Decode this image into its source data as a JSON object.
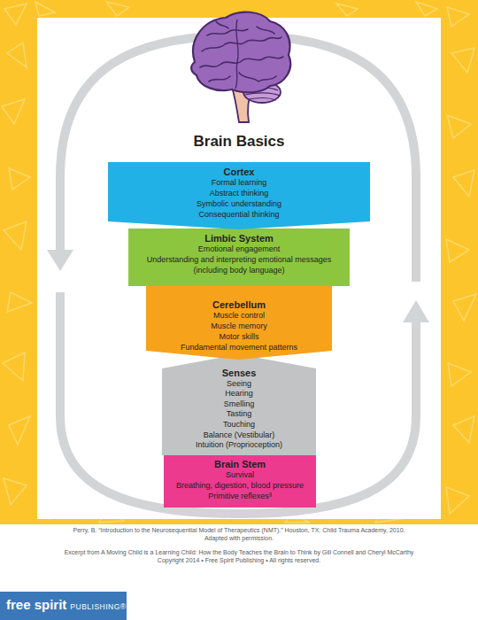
{
  "diagram": {
    "title": "Brain Basics",
    "nodes": [
      {
        "text": [
          "Cortex",
          "Formal learning",
          "Abstract thinking",
          "Symbolic understanding",
          "Consequential thinking"
        ]
      },
      {
        "text": [
          "Limbic System",
          "Emotional engagement",
          "Understanding and interpreting emotional messages (including body language)"
        ]
      },
      {
        "text": [
          "Cerebellum",
          "Muscle control",
          "Muscle memory",
          "Motor skills",
          "Fundamental movement patterns"
        ]
      },
      {
        "text": [
          "Senses",
          "Seeing",
          "Hearing",
          "Smelling",
          "Tasting",
          "Touching",
          "Balance (Vestibular)",
          "Intuition (Proprioception)"
        ]
      },
      {
        "text": [
          "Brain Stem",
          "Survival",
          "Breathing, digestion, blood pressure",
          "Primitive reflexes³"
        ]
      },
      {
        "text": [
          "free spirit",
          "PUBLISHING®"
        ]
      }
    ],
    "labels": [
      "Perry, B. “Introduction to the Neurosequential Model of Therapeutics (NMT).” Houston, TX: Child Trauma Academy, 2010.",
      "Adapted with permission.",
      "Excerpt from A Moving Child is a Learning Child: How the Body Teaches the Brain to Think by Gill Connell and Cheryl McCarthy",
      "Copyright 2014 • Free Spirit Publishing • All rights reserved."
    ]
  }
}
